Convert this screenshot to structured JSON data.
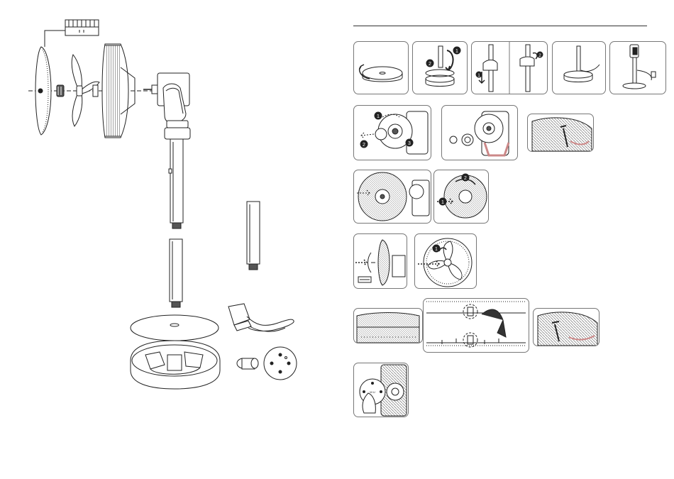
{
  "step_markers": {
    "one": "1",
    "two": "2",
    "three": "3"
  },
  "panel_labels": {
    "remote_button": "M·U"
  }
}
